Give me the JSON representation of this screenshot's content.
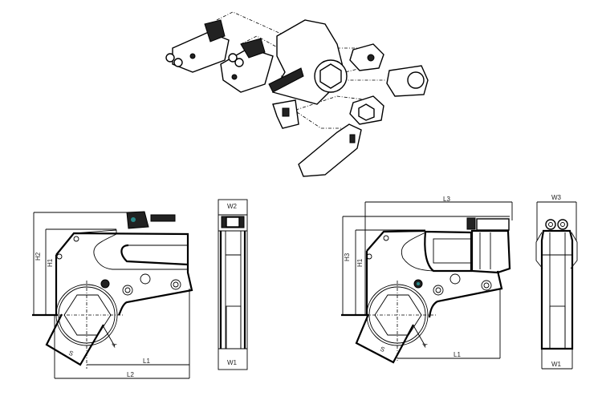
{
  "exploded_view": {
    "title": ""
  },
  "left_drawing": {
    "labels": {
      "h2": "H2",
      "h1": "H1",
      "l1": "L1",
      "l2": "L2",
      "s": "S",
      "a": "A"
    },
    "side_labels": {
      "top": "W2",
      "bottom": "W1"
    }
  },
  "right_drawing": {
    "labels": {
      "l3": "L3",
      "h3": "H3",
      "h1": "H1",
      "l1": "L1",
      "s": "S",
      "a": "A"
    },
    "side_labels": {
      "top": "W3",
      "bottom": "W1"
    }
  }
}
